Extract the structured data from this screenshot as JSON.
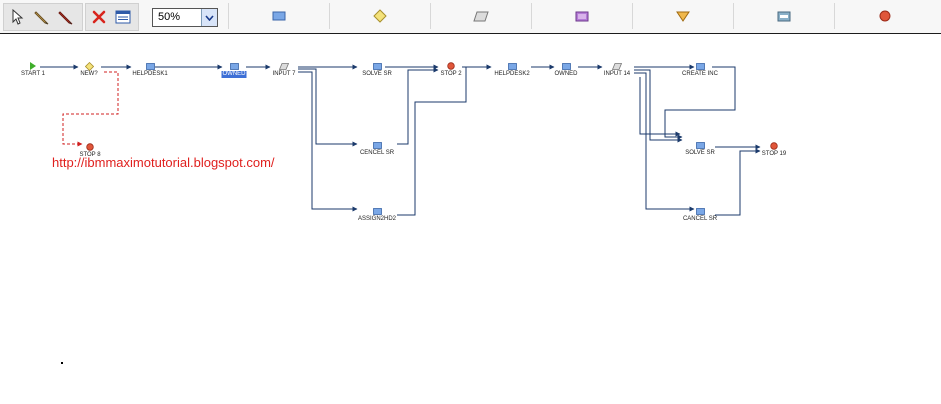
{
  "toolbar": {
    "tools": [
      {
        "name": "select-pointer-icon"
      },
      {
        "name": "pencil-icon"
      },
      {
        "name": "red-pencil-icon"
      },
      {
        "name": "delete-icon"
      },
      {
        "name": "properties-icon"
      }
    ],
    "zoom": {
      "value": "50%"
    },
    "palette": [
      {
        "name": "node-icon",
        "color": "#7aa7e6"
      },
      {
        "name": "condition-icon",
        "color": "#f4e27a"
      },
      {
        "name": "input-icon",
        "color": "#dcdcdc"
      },
      {
        "name": "subprocess-icon",
        "color": "#b47bd6"
      },
      {
        "name": "interaction-icon",
        "color": "#f0b84c"
      },
      {
        "name": "wait-icon",
        "color": "#8ab0c8"
      },
      {
        "name": "stop-icon",
        "color": "#e0563a"
      }
    ]
  },
  "nodes": [
    {
      "id": "start1",
      "label": "START 1",
      "kind": "start"
    },
    {
      "id": "new7",
      "label": "NEW?",
      "kind": "cond"
    },
    {
      "id": "helpdesk1",
      "label": "HELPDESK1",
      "kind": "task"
    },
    {
      "id": "owned1",
      "label": "OWNED",
      "kind": "task",
      "selected": true
    },
    {
      "id": "input7",
      "label": "INPUT 7",
      "kind": "input"
    },
    {
      "id": "solvesr1",
      "label": "SOLVE SR",
      "kind": "task"
    },
    {
      "id": "stop2",
      "label": "STOP 2",
      "kind": "stop"
    },
    {
      "id": "helpdesk2",
      "label": "HELPDESK2",
      "kind": "task"
    },
    {
      "id": "owned2",
      "label": "OWNED",
      "kind": "task"
    },
    {
      "id": "input14",
      "label": "INPUT 14",
      "kind": "input"
    },
    {
      "id": "createinc",
      "label": "CREATE INC",
      "kind": "task"
    },
    {
      "id": "stop8",
      "label": "STOP 8",
      "kind": "stop"
    },
    {
      "id": "cencelsr",
      "label": "CENCEL SR",
      "kind": "task"
    },
    {
      "id": "solvesr2",
      "label": "SOLVE SR",
      "kind": "task"
    },
    {
      "id": "stop19",
      "label": "STOP 19",
      "kind": "stop"
    },
    {
      "id": "assignhd2",
      "label": "ASSIGN2HD2",
      "kind": "task"
    },
    {
      "id": "cancelsr",
      "label": "CANCEL SR",
      "kind": "task"
    }
  ],
  "watermark": {
    "text": "http://ibmmaximotutorial.blogspot.com/"
  }
}
